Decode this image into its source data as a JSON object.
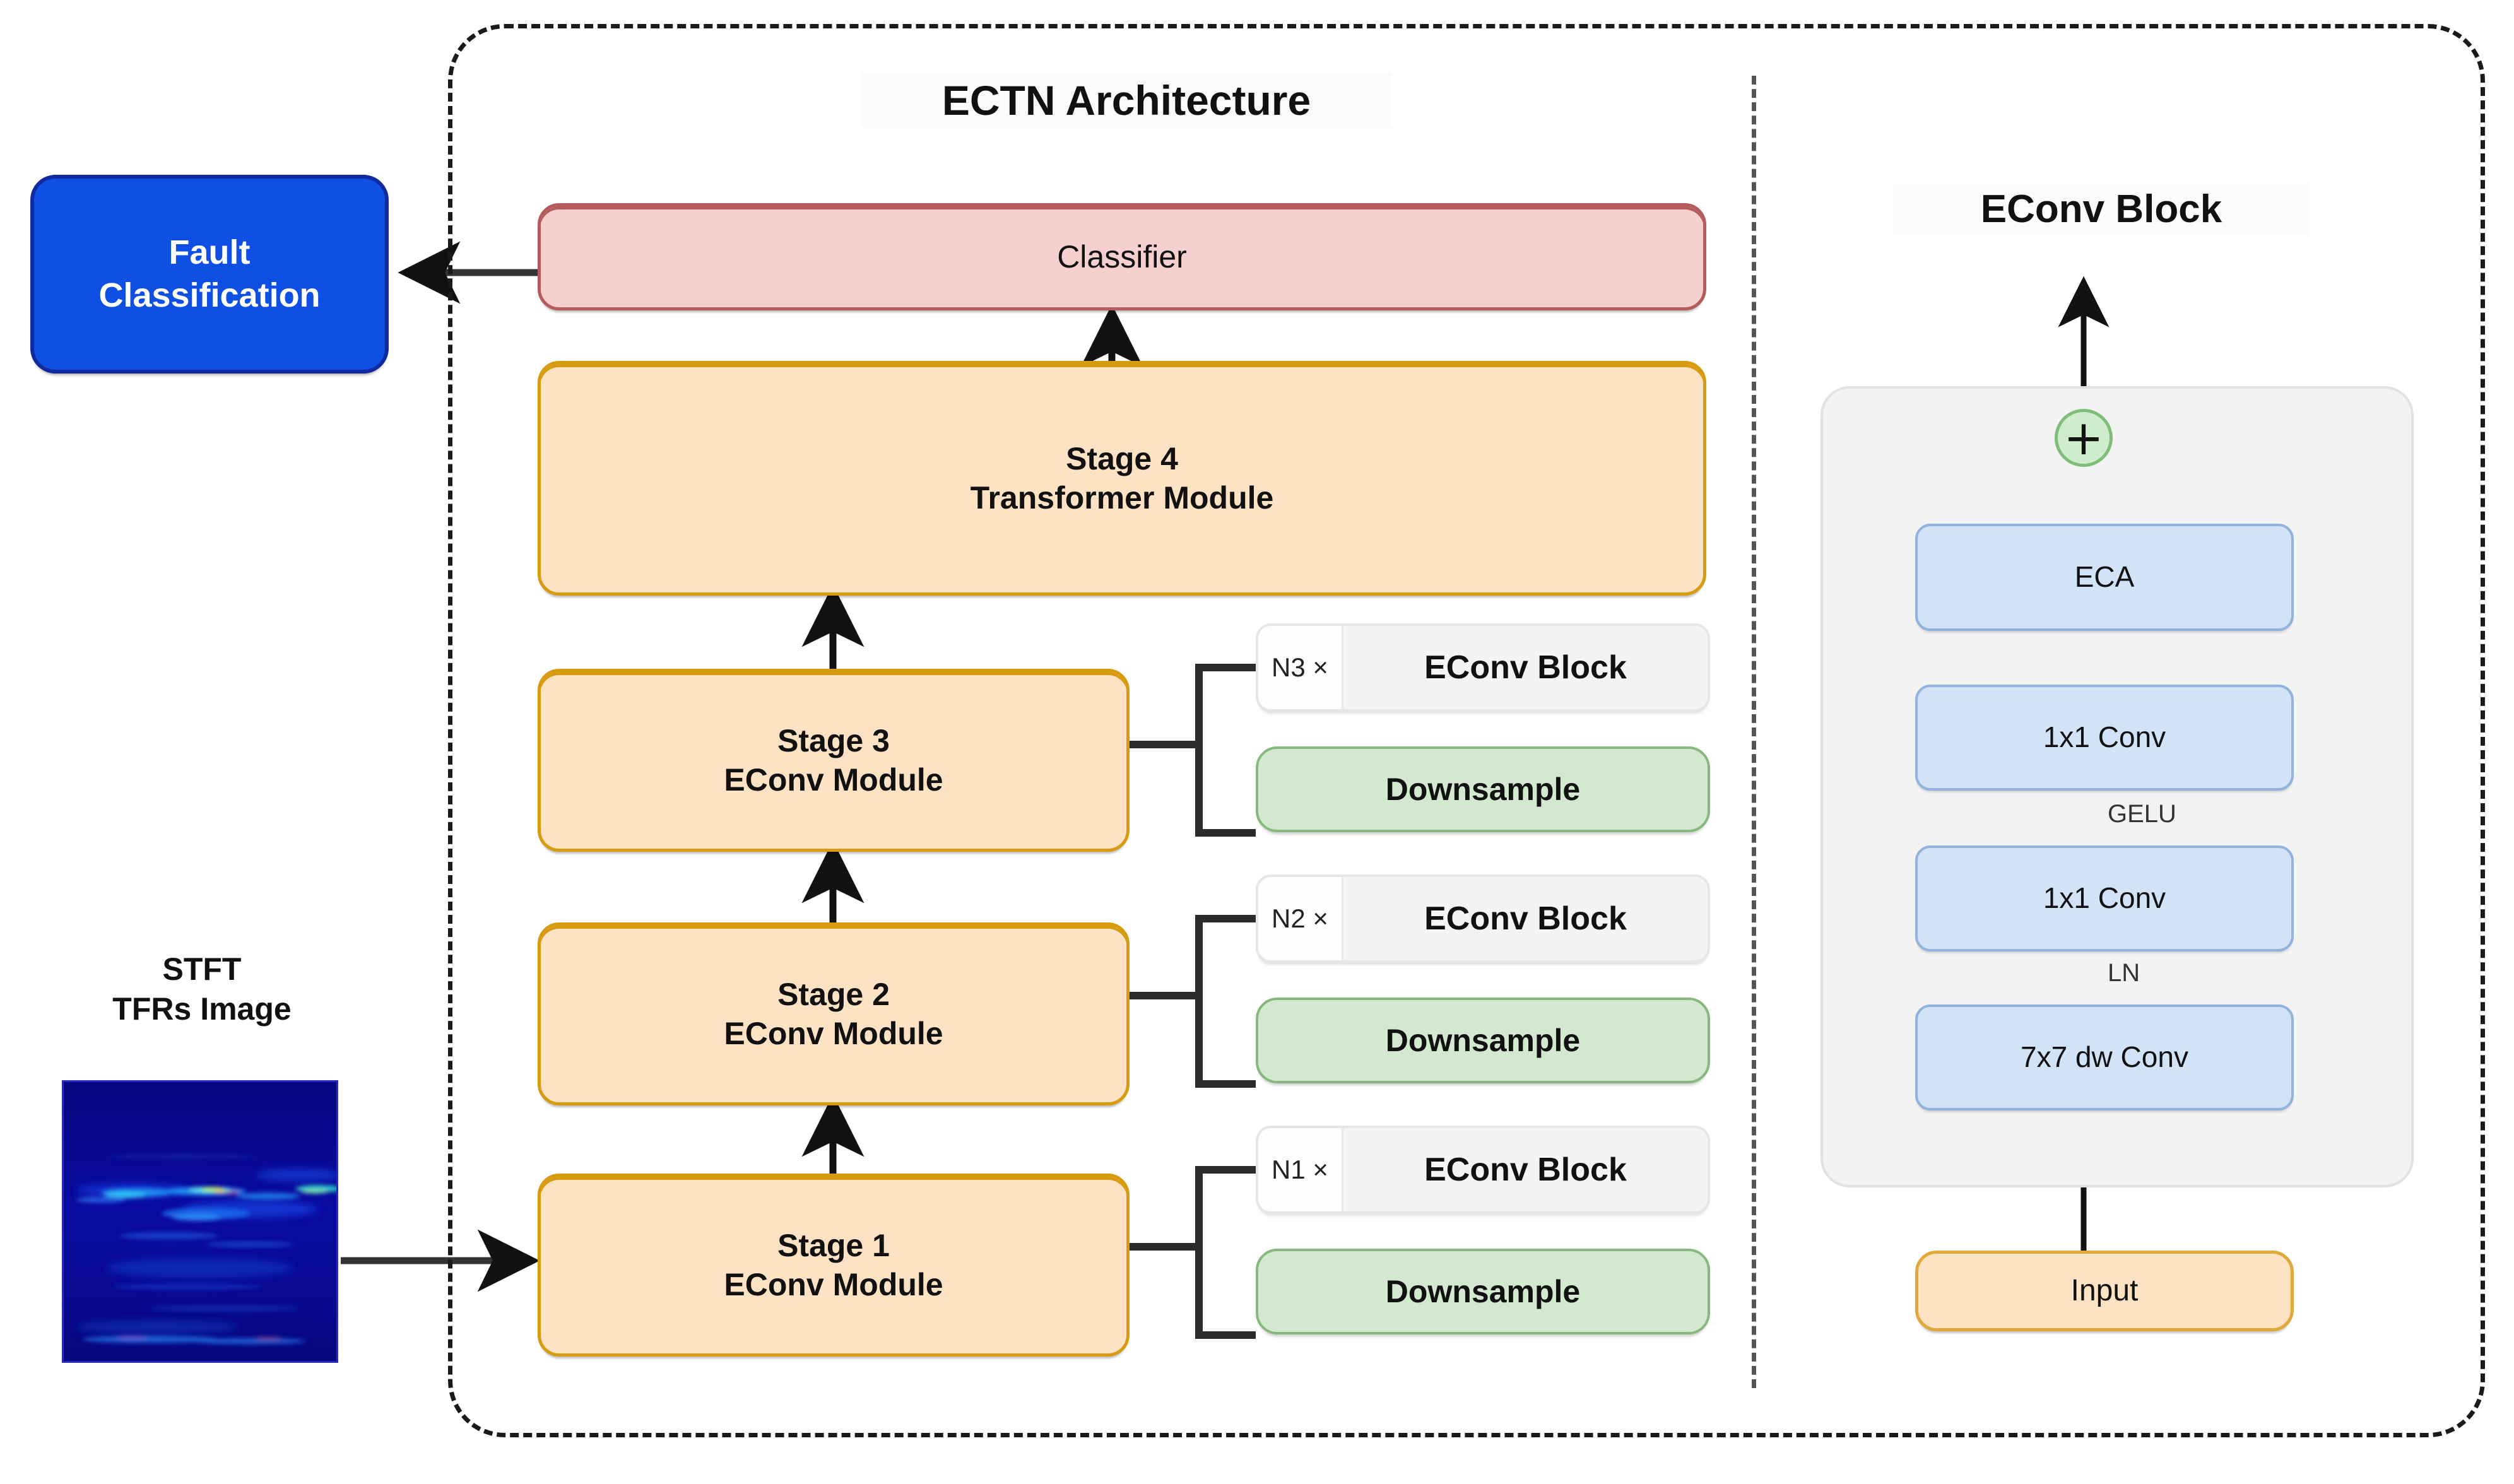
{
  "diagram": {
    "title": "ECTN Architecture",
    "side_panel_title": "EConv Block"
  },
  "output": {
    "fault_label": "Fault\nClassification"
  },
  "input": {
    "caption": "STFT\nTFRs Image"
  },
  "pipeline": {
    "classifier_label": "Classifier",
    "stages": [
      {
        "name": "Stage 4",
        "module": "Transformer  Module",
        "label": "Stage 4\nTransformer  Module",
        "has_expansion": false
      },
      {
        "name": "Stage 3",
        "module": "EConv Module",
        "label": "Stage 3\nEConv Module",
        "has_expansion": true,
        "repeat_count": "N3 ×",
        "repeat_block": "EConv Block",
        "downsample": "Downsample"
      },
      {
        "name": "Stage 2",
        "module": "EConv Module",
        "label": "Stage 2\nEConv Module",
        "has_expansion": true,
        "repeat_count": "N2 ×",
        "repeat_block": "EConv Block",
        "downsample": "Downsample"
      },
      {
        "name": "Stage 1",
        "module": "EConv Module",
        "label": "Stage 1\nEConv Module",
        "has_expansion": true,
        "repeat_count": "N1 ×",
        "repeat_block": "EConv Block",
        "downsample": "Downsample"
      }
    ]
  },
  "econv_block": {
    "add_symbol": "+",
    "layers": [
      {
        "label": "ECA"
      },
      {
        "label": "1x1 Conv"
      },
      {
        "label": "1x1 Conv"
      },
      {
        "label": "7x7 dw Conv"
      }
    ],
    "edge_labels": {
      "gelu": "GELU",
      "ln": "LN"
    },
    "input_label": "Input"
  },
  "colors": {
    "orange_fill": "#fde2c3",
    "orange_border": "#d79b10",
    "red_fill": "#f6cfcf",
    "red_border": "#b45b5b",
    "green_fill": "#d2e8cf",
    "green_border": "#87b97e",
    "blue_fill": "#0f4fe3",
    "blue_border": "#112a9e",
    "lightblue_fill": "#d3e3f7",
    "lightblue_border": "#91b3dd",
    "panel_gray": "#f3f3f3",
    "line": "#222222"
  }
}
